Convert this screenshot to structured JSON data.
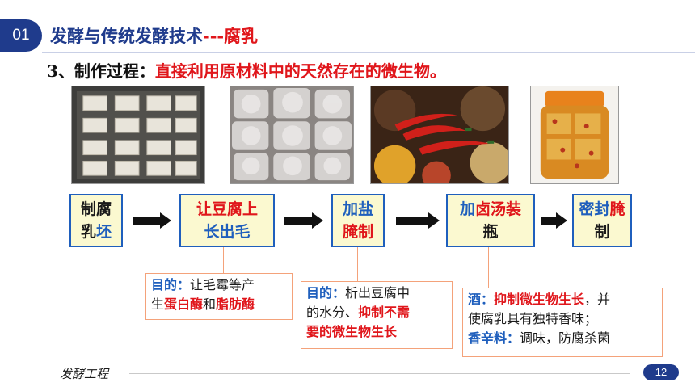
{
  "header": {
    "slide_number": "01",
    "title_main": "发酵与传统发酵技术",
    "title_accent": "---腐乳"
  },
  "subtitle": {
    "label": "3、制作过程：",
    "desc": "直接利用原材料中的天然存在的微生物。"
  },
  "photos": [
    {
      "subject": "tofu-blocks"
    },
    {
      "subject": "moldy-tofu"
    },
    {
      "subject": "spices-and-chili"
    },
    {
      "subject": "fermented-tofu-jar"
    }
  ],
  "steps": {
    "s1": {
      "l1": "制腐",
      "l2a": "乳",
      "l2b": "坯"
    },
    "s2": {
      "l1": "让豆腐上",
      "l2": "长出毛"
    },
    "s3": {
      "l1": "加盐",
      "l2": "腌制"
    },
    "s4": {
      "l1a": "加",
      "l1b": "卤汤装",
      "l2": "瓶"
    },
    "s5": {
      "l1a": "密封",
      "l1b": "腌",
      "l2": "制"
    }
  },
  "notes": {
    "n1": {
      "k": "目的：",
      "t1": "让毛霉等产",
      "t2a": "生",
      "t2b": "蛋白酶",
      "t2c": "和",
      "t2d": "脂肪酶"
    },
    "n2": {
      "k": "目的：",
      "t1": "析出豆腐中",
      "t2a": "的水分、",
      "t2b": "抑制不需",
      "t3": "要的微生物生长"
    },
    "n3": {
      "k1": "酒：",
      "t1a": "抑制微生物生长",
      "t1b": "，并",
      "t2": "使腐乳具有独特香味；",
      "k2": "香辛料：",
      "t3": "调味，防腐杀菌"
    }
  },
  "footer": {
    "text": "发酵工程",
    "page": "12"
  },
  "colors": {
    "brand_blue": "#1f3b8c",
    "accent_red": "#e0161b",
    "step_bg": "#fbf9d0",
    "note_border": "#f4a27a"
  }
}
